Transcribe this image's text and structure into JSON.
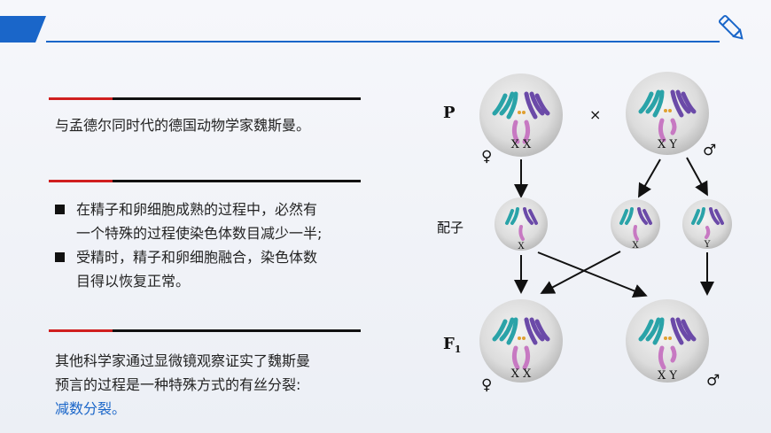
{
  "section1": {
    "text": "与孟德尔同时代的德国动物学家魏斯曼。"
  },
  "section2": {
    "bullets": [
      {
        "line1": "在精子和卵细胞成熟的过程中，必然有",
        "line2": "一个特殊的过程使染色体数目减少一半;"
      },
      {
        "line1": "受精时，精子和卵细胞融合，染色体数",
        "line2": "目得以恢复正常。"
      }
    ]
  },
  "section3": {
    "line1": "其他科学家通过显微镜观察证实了魏斯曼",
    "line2": "预言的过程是一种特殊方式的有丝分裂:",
    "highlight": "减数分裂。"
  },
  "diagram": {
    "p_label": "P",
    "cross": "×",
    "gamete_label": "配子",
    "f1_label": "F",
    "f1_sub": "1",
    "female_symbol": "♀",
    "male_symbol": "♂",
    "p_female_chroms": "X X",
    "p_male_chroms": "X Y",
    "gamete1": "X",
    "gamete2": "X",
    "gamete3": "Y",
    "f1_female_chroms": "X X",
    "f1_male_chroms": "X Y"
  },
  "colors": {
    "accent_blue": "#1a66c9",
    "separator_red": "#d01f1f",
    "chrom_teal": "#2aa3a8",
    "chrom_purple": "#6b4aa8",
    "chrom_pink": "#c779c2"
  }
}
